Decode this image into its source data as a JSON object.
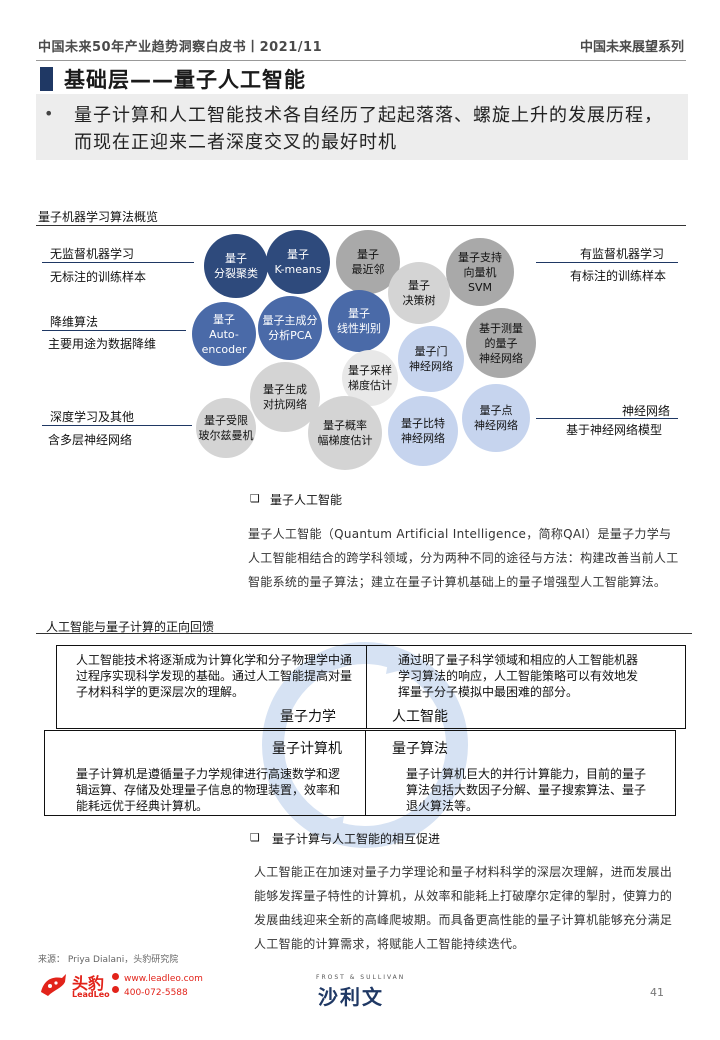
{
  "header": {
    "left": "中国未来50年产业趋势洞察白皮书丨2021/11",
    "right": "中国未来展望系列"
  },
  "title": "基础层——量子人工智能",
  "banner": {
    "bullet": "•",
    "text": "量子计算和人工智能技术各自经历了起起落落、螺旋上升的发展历程，而现在正迎来二者深度交叉的最好时机"
  },
  "section1": {
    "title": "量子机器学习算法概览",
    "left_labels": [
      {
        "head": "无监督机器学习",
        "sub": "无标注的训练样本"
      },
      {
        "head": "降维算法",
        "sub": "主要用途为数据降维"
      },
      {
        "head": "深度学习及其他",
        "sub": "含多层神经网络"
      }
    ],
    "right_labels": [
      {
        "head": "有监督机器学习",
        "sub": "有标注的训练样本"
      },
      {
        "head": "神经网络",
        "sub": "基于神经网络模型"
      }
    ],
    "circles": [
      {
        "l1": "量子",
        "l2": "分裂聚类"
      },
      {
        "l1": "量子",
        "l2": "K-means"
      },
      {
        "l1": "量子",
        "l2": "最近邻"
      },
      {
        "l1": "量子支持",
        "l2": "向量机",
        "l3": "SVM"
      },
      {
        "l1": "量子",
        "l2": "决策树"
      },
      {
        "l1": "量子",
        "l2": "Auto-",
        "l3": "encoder"
      },
      {
        "l1": "量子主成分",
        "l2": "分析PCA"
      },
      {
        "l1": "量子",
        "l2": "线性判别"
      },
      {
        "l1": "基于测量",
        "l2": "的量子",
        "l3": "神经网络"
      },
      {
        "l1": "量子门",
        "l2": "神经网络"
      },
      {
        "l1": "量子采样",
        "l2": "梯度估计"
      },
      {
        "l1": "量子生成",
        "l2": "对抗网络"
      },
      {
        "l1": "量子受限",
        "l2": "玻尔兹曼机"
      },
      {
        "l1": "量子概率",
        "l2": "幅梯度估计"
      },
      {
        "l1": "量子比特",
        "l2": "神经网络"
      },
      {
        "l1": "量子点",
        "l2": "神经网络"
      }
    ]
  },
  "qai": {
    "bullet": "❑",
    "heading": "量子人工智能",
    "para": "量子人工智能（Quantum Artificial Intelligence，简称QAI）是量子力学与人工智能相结合的跨学科领域，分为两种不同的途径与方法：构建改善当前人工智能系统的量子算法；建立在量子计算机基础上的量子增强型人工智能算法。"
  },
  "section2": {
    "title": "人工智能与量子计算的正向回馈",
    "tl": "人工智能技术将逐渐成为计算化学和分子物理学中通过程序实现科学发现的基础。通过人工智能提高对量子材料科学的更深层次的理解。",
    "tr": "通过明了量子科学领域和相应的人工智能机器学习算法的响应，人工智能策略可以有效地发挥量子分子模拟中最困难的部分。",
    "bl": "量子计算机是遵循量子力学规律进行高速数学和逻辑运算、存储及处理量子信息的物理装置，效率和能耗远优于经典计算机。",
    "br": "量子计算机巨大的并行计算能力，目前的量子算法包括大数因子分解、量子搜索算法、量子退火算法等。",
    "cycle": {
      "tl": "量子力学",
      "tr": "人工智能",
      "bl": "量子计算机",
      "br": "量子算法"
    }
  },
  "promo": {
    "bullet": "❑",
    "heading": "量子计算与人工智能的相互促进",
    "para": "人工智能正在加速对量子力学理论和量子材料科学的深层次理解，进而发展出能够发挥量子特性的计算机，从效率和能耗上打破摩尔定律的掣肘，使算力的发展曲线迎来全新的高峰爬坡期。而具备更高性能的量子计算机能够充分满足人工智能的计算需求，将赋能人工智能持续迭代。"
  },
  "footer": {
    "source": "来源： Priya Dialani，头豹研究院",
    "logo_cn": "头豹",
    "logo_en": "LeadLeo",
    "url": "www.leadleo.com",
    "phone": "400-072-5588",
    "fs_en": "FROST & SULLIVAN",
    "fs_cn": "沙利文",
    "page": "41",
    "brand_red": "#e2231a",
    "brand_navy": "#1f3864"
  }
}
